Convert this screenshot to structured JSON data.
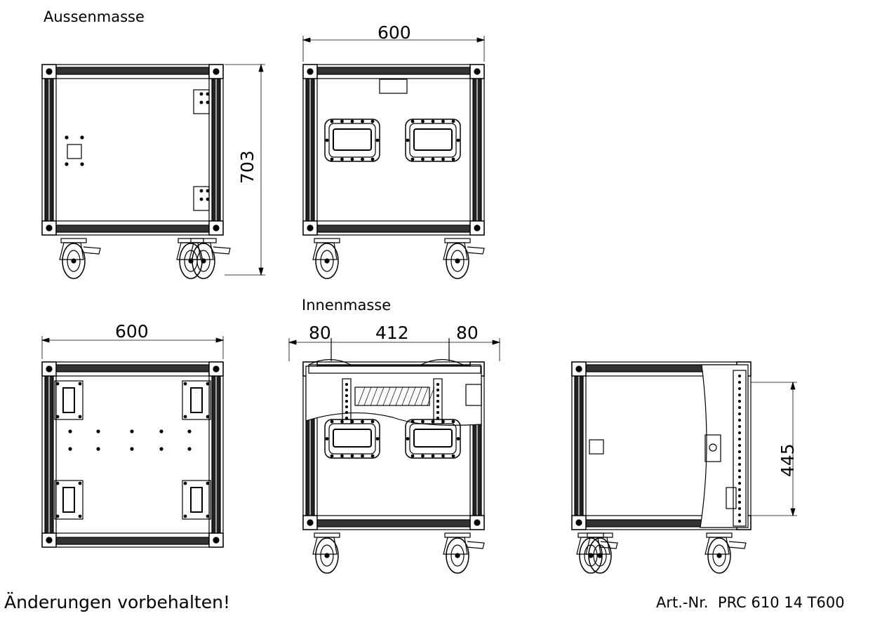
{
  "labels": {
    "outer_title": "Aussenmasse",
    "inner_title": "Innenmasse"
  },
  "dimensions": {
    "outer_width_front": "600",
    "outer_height": "703",
    "outer_width_top": "600",
    "inner_side_left": "80",
    "inner_center": "412",
    "inner_side_right": "80",
    "inner_height": "445"
  },
  "footer": {
    "disclaimer": "Änderungen vorbehalten!",
    "article_label": "Art.-Nr.",
    "article_number": "PRC 610 14 T600"
  }
}
